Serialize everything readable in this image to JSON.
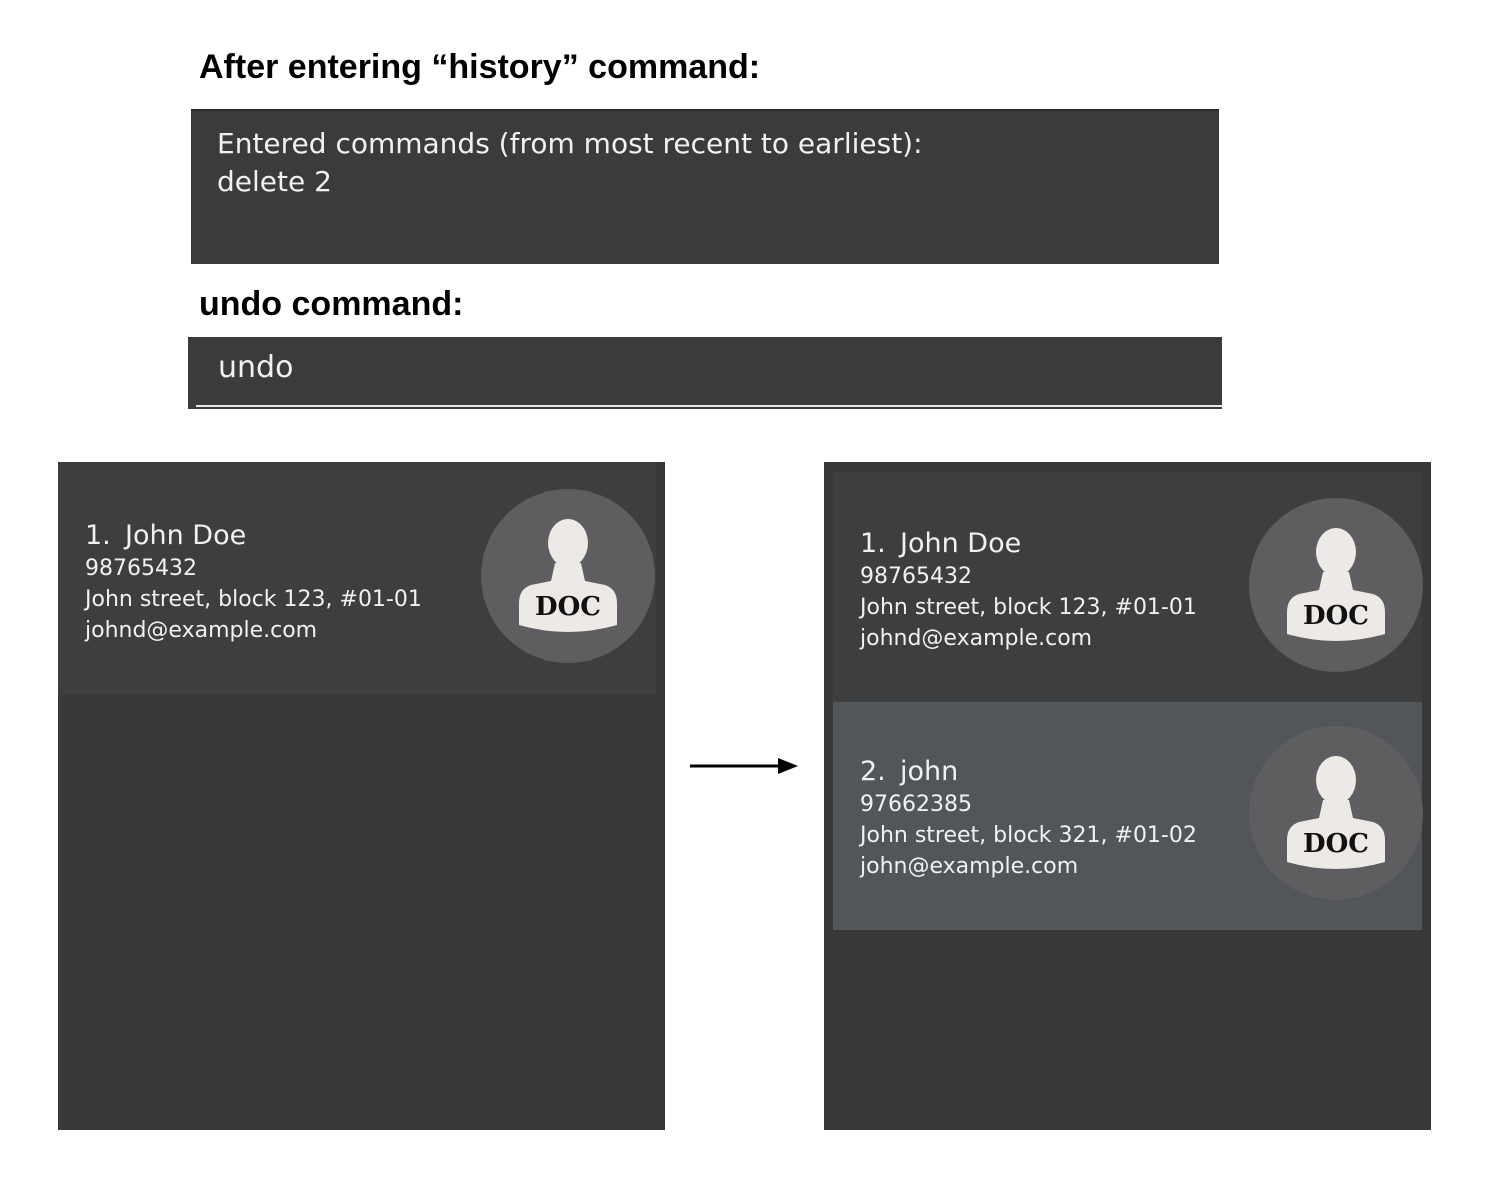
{
  "headings": {
    "history": "After entering “history” command:",
    "undo": "undo command:"
  },
  "history_output": {
    "lines": [
      "Entered commands (from most recent to earliest):",
      "delete 2"
    ]
  },
  "command_box": {
    "value": "undo"
  },
  "before_panel": {
    "persons": [
      {
        "index": "1.",
        "name": "John Doe",
        "phone": "98765432",
        "address": "John street, block 123, #01-01",
        "email": "johnd@example.com",
        "avatar_label": "DOC"
      }
    ]
  },
  "after_panel": {
    "persons": [
      {
        "index": "1.",
        "name": "John Doe",
        "phone": "98765432",
        "address": "John street, block 123, #01-01",
        "email": "johnd@example.com",
        "avatar_label": "DOC"
      },
      {
        "index": "2.",
        "name": "john",
        "phone": "97662385",
        "address": "John street, block 321, #01-02",
        "email": "john@example.com",
        "avatar_label": "DOC"
      }
    ]
  },
  "colors": {
    "panel_bg": "#383838",
    "card_bg": "#3d3e40",
    "selected_card_bg": "#535659",
    "text": "#f1f1f1"
  },
  "icons": {
    "avatar": "person-silhouette-icon",
    "transition": "right-arrow-icon"
  }
}
